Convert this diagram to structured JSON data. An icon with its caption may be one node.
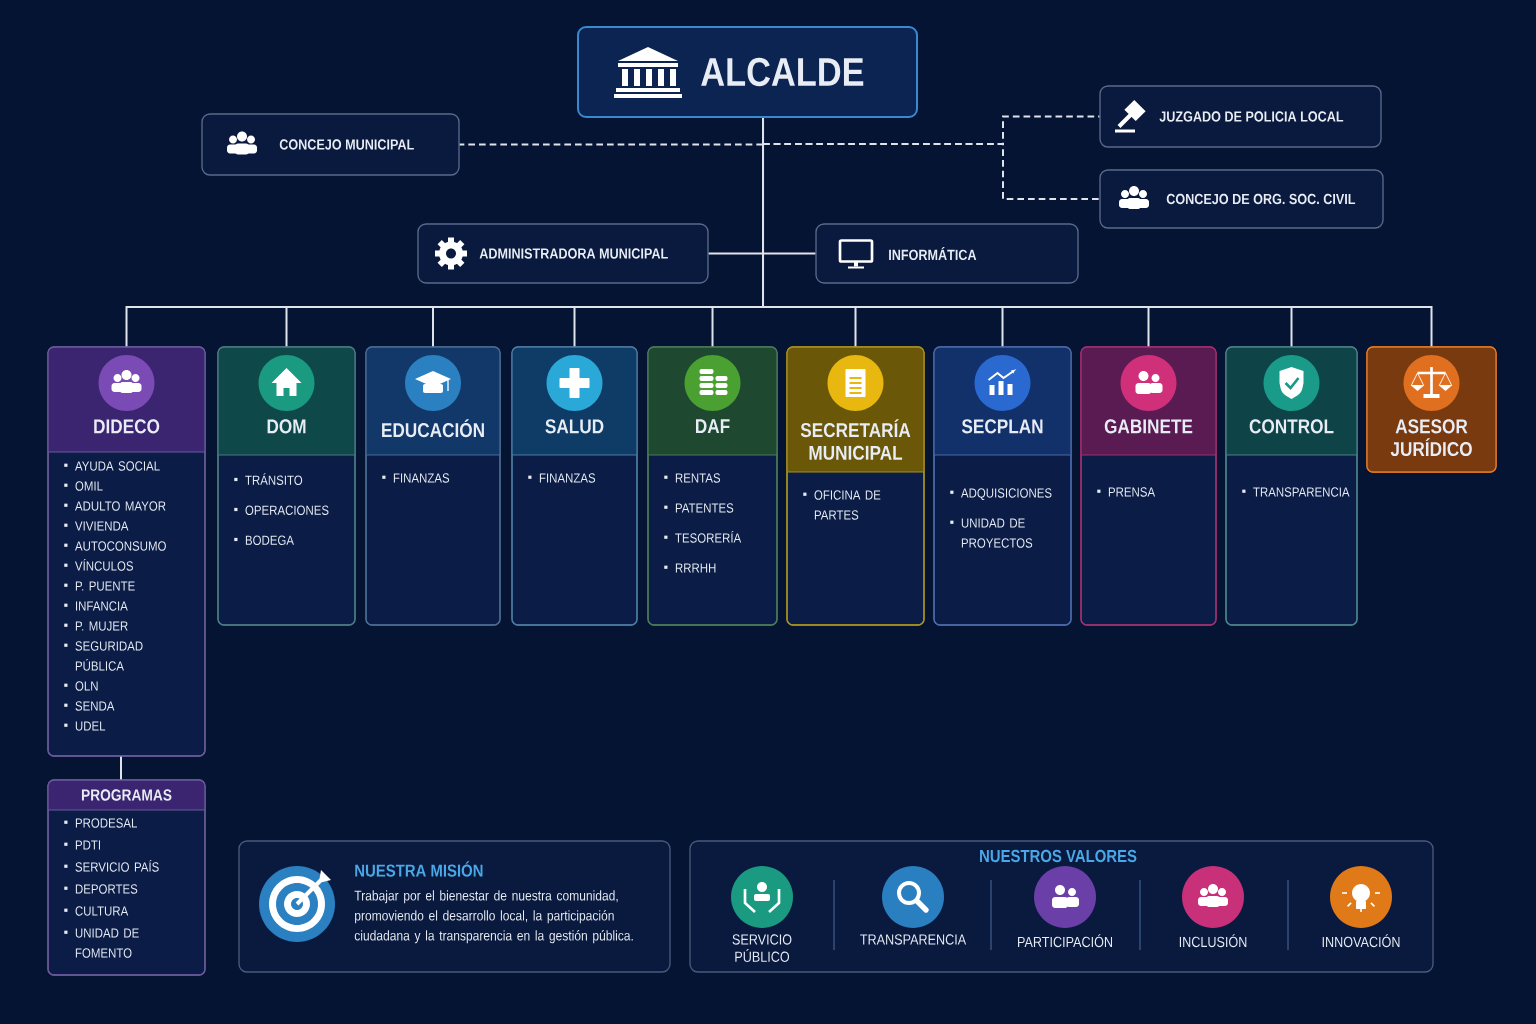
{
  "diagram": {
    "nodes": [
      {
        "text": [
          "ALCALDE"
        ]
      },
      {
        "text": [
          "CONCEJO MUNICIPAL"
        ]
      },
      {
        "text": [
          "JUZGADO DE POLICIA LOCAL"
        ]
      },
      {
        "text": [
          "CONCEJO DE ORG. SOC. CIVIL"
        ]
      },
      {
        "text": [
          "ADMINISTRADORA MUNICIPAL"
        ]
      },
      {
        "text": [
          "INFORMÁTICA"
        ]
      },
      {
        "text": [
          "DIDECO",
          "AYUDA SOCIAL",
          "OMIL",
          "ADULTO MAYOR",
          "VIVIENDA",
          "AUTOCONSUMO",
          "VÍNCULOS",
          "P. PUENTE",
          "INFANCIA",
          "P. MUJER",
          "SEGURIDAD PÚBLICA",
          "OLN",
          "SENDA",
          "UDEL"
        ]
      },
      {
        "text": [
          "DOM",
          "TRÁNSITO",
          "OPERACIONES",
          "BODEGA"
        ]
      },
      {
        "text": [
          "EDUCACIÓN",
          "FINANZAS"
        ]
      },
      {
        "text": [
          "SALUD",
          "FINANZAS"
        ]
      },
      {
        "text": [
          "DAF",
          "RENTAS",
          "PATENTES",
          "TESORERÍA",
          "RRRHH"
        ]
      },
      {
        "text": [
          "SECRETARÍA MUNICIPAL",
          "OFICINA DE PARTES"
        ]
      },
      {
        "text": [
          "SECPLAN",
          "ADQUISICIONES",
          "UNIDAD DE PROYECTOS"
        ]
      },
      {
        "text": [
          "GABINETE",
          "PRENSA"
        ]
      },
      {
        "text": [
          "CONTROL",
          "TRANSPARENCIA"
        ]
      },
      {
        "text": [
          "ASESOR JURÍDICO"
        ]
      },
      {
        "text": [
          "PROGRAMAS",
          "PRODESAL",
          "PDTI",
          "SERVICIO PAÍS",
          "DEPORTES",
          "CULTURA",
          "UNIDAD DE FOMENTO"
        ]
      },
      {
        "text": [
          "NUESTRA MISIÓN",
          "Trabajar por el bienestar de nuestra comunidad, promoviendo el desarrollo local, la participación ciudadana y la transparencia en la gestión pública."
        ]
      },
      {
        "text": [
          "NUESTROS VALORES"
        ]
      },
      {
        "text": [
          "SERVICIO PÚBLICO"
        ],
        "in": 18
      },
      {
        "text": [
          "TRANSPARENCIA"
        ],
        "in": 18
      },
      {
        "text": [
          "PARTICIPACIÓN"
        ],
        "in": 18
      },
      {
        "text": [
          "INCLUSIÓN"
        ],
        "in": 18
      },
      {
        "text": [
          "INNOVACIÓN"
        ],
        "in": 18
      }
    ],
    "edges": [
      {
        "from": 0,
        "to": 1,
        "arrow": "none",
        "style": "dashed"
      },
      {
        "from": 0,
        "to": 2,
        "arrow": "none",
        "style": "dashed"
      },
      {
        "from": 0,
        "to": 3,
        "arrow": "none",
        "style": "dashed"
      },
      {
        "from": 0,
        "to": 4,
        "arrow": "none"
      },
      {
        "from": 0,
        "to": 5,
        "arrow": "none"
      },
      {
        "from": 0,
        "to": 6,
        "arrow": "none"
      },
      {
        "from": 0,
        "to": 7,
        "arrow": "none"
      },
      {
        "from": 0,
        "to": 8,
        "arrow": "none"
      },
      {
        "from": 0,
        "to": 9,
        "arrow": "none"
      },
      {
        "from": 0,
        "to": 10,
        "arrow": "none"
      },
      {
        "from": 0,
        "to": 11,
        "arrow": "none"
      },
      {
        "from": 0,
        "to": 12,
        "arrow": "none"
      },
      {
        "from": 0,
        "to": 13,
        "arrow": "none"
      },
      {
        "from": 0,
        "to": 14,
        "arrow": "none"
      },
      {
        "from": 0,
        "to": 15,
        "arrow": "none"
      },
      {
        "from": 6,
        "to": 16,
        "arrow": "none"
      }
    ]
  }
}
